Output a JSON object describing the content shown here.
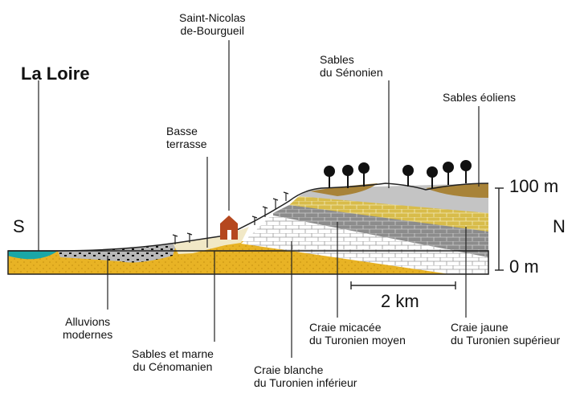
{
  "title": "La Loire",
  "labels": {
    "saint_nicolas": [
      "Saint-Nicolas",
      "de-Bourgueil"
    ],
    "senonien": [
      "Sables",
      "du Sénonien"
    ],
    "eoliens": "Sables éoliens",
    "basse_terrasse": [
      "Basse",
      "terrasse"
    ],
    "alluvions": [
      "Alluvions",
      "modernes"
    ],
    "cenomanien": [
      "Sables et marne",
      "du Cénomanien"
    ],
    "craie_blanche": [
      "Craie blanche",
      "du Turonien inférieur"
    ],
    "craie_micacee": [
      "Craie micacée",
      "du Turonien moyen"
    ],
    "craie_jaune": [
      "Craie jaune",
      "du Turonien supérieur"
    ]
  },
  "orientation": {
    "south": "S",
    "north": "N"
  },
  "scale": {
    "distance": "2 km",
    "height_top": "100 m",
    "height_bottom": "0 m"
  },
  "colors": {
    "sand": "#e8b325",
    "water": "#1aa7a7",
    "chalk_yellow": "#d8bc4a",
    "chalk_gray": "#8c8c8c",
    "senonien": "#c4c4c4",
    "eolien": "#a88338",
    "house": "#b5481f"
  }
}
